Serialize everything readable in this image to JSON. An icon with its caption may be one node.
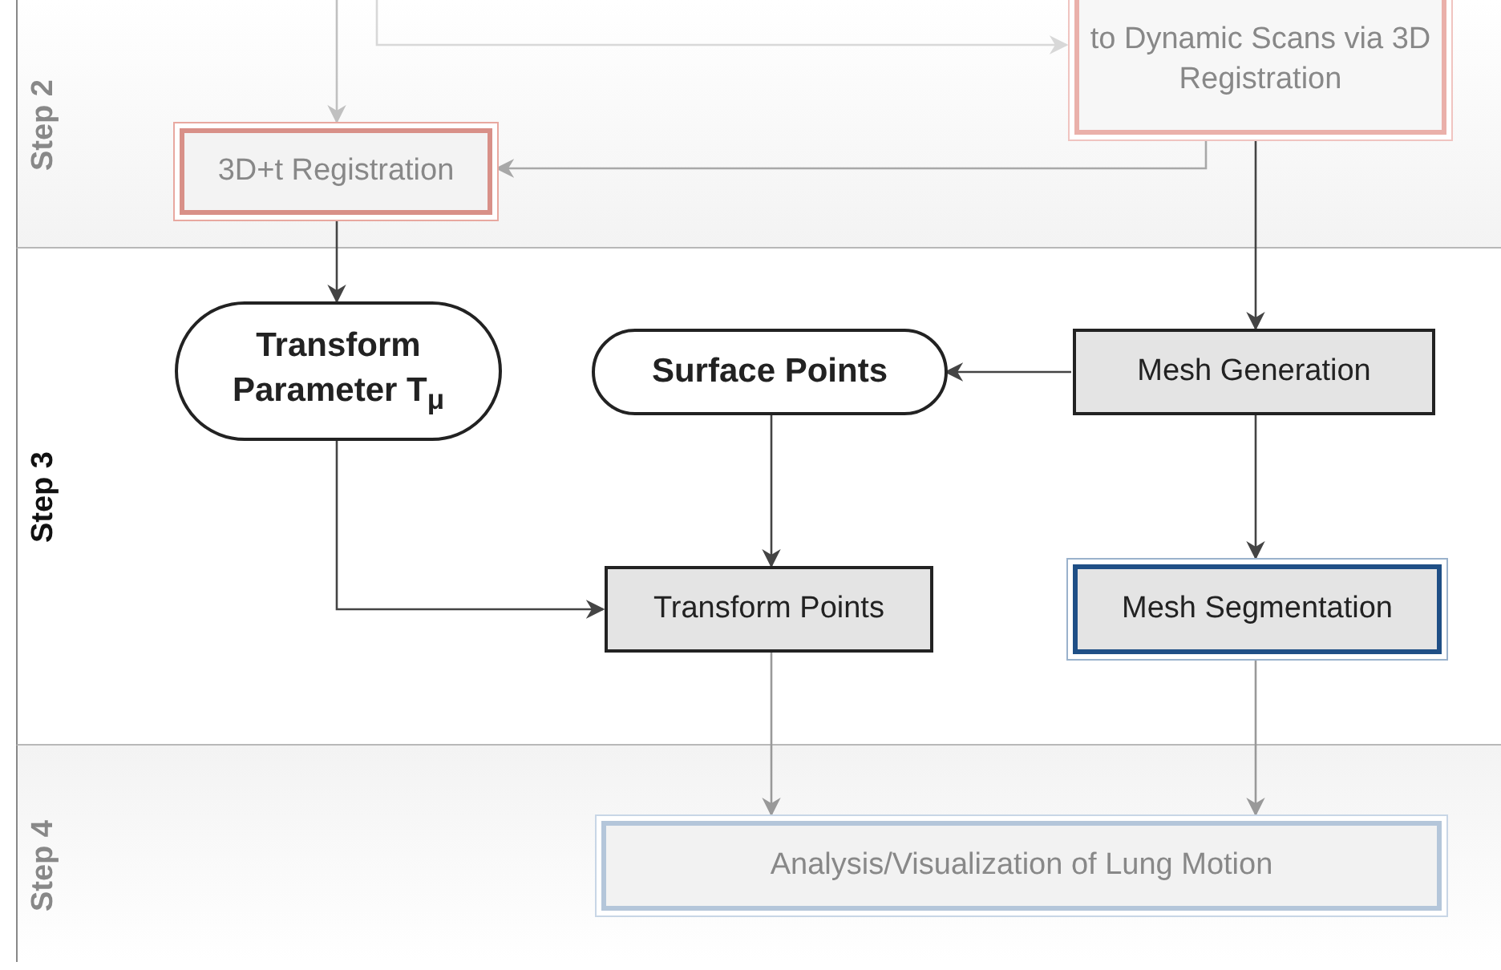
{
  "diagram": {
    "nodes": [
      {
        "text": [
          "Step 2"
        ]
      },
      {
        "text": [
          "Step 3"
        ]
      },
      {
        "text": [
          "Step 4"
        ]
      },
      {
        "text": [
          "3D+t Registration"
        ],
        "in": 0
      },
      {
        "text": [
          "to Dynamic Scans via 3D Registration"
        ],
        "in": 0
      },
      {
        "text": [
          "Transform Parameter T$_{μ}$"
        ],
        "in": 1
      },
      {
        "text": [
          "Surface Points"
        ],
        "in": 1
      },
      {
        "text": [
          "Mesh Generation"
        ],
        "in": 1
      },
      {
        "text": [
          "Transform Points"
        ],
        "in": 1
      },
      {
        "text": [
          "Mesh Segmentation"
        ],
        "in": 1
      },
      {
        "text": [
          "Analysis/Visualization of Lung Motion"
        ],
        "in": 2
      }
    ],
    "edges": [
      {
        "from": null,
        "to": 3,
        "arrow": "to",
        "color": "#c0c0c0"
      },
      {
        "from": null,
        "to": 4,
        "arrow": "to",
        "color": "#d8d8d8"
      },
      {
        "from": 4,
        "to": 3,
        "arrow": "to",
        "color": "#a8a8a8"
      },
      {
        "from": 4,
        "to": 7,
        "arrow": "to"
      },
      {
        "from": 3,
        "to": 5,
        "arrow": "to"
      },
      {
        "from": 7,
        "to": 6,
        "arrow": "to"
      },
      {
        "from": 6,
        "to": 8,
        "arrow": "to"
      },
      {
        "from": 5,
        "to": 8,
        "arrow": "to"
      },
      {
        "from": 7,
        "to": 9,
        "arrow": "to"
      },
      {
        "from": 8,
        "to": 10,
        "arrow": "to",
        "color": "#999999"
      },
      {
        "from": 9,
        "to": 10,
        "arrow": "to",
        "color": "#999999"
      }
    ]
  }
}
